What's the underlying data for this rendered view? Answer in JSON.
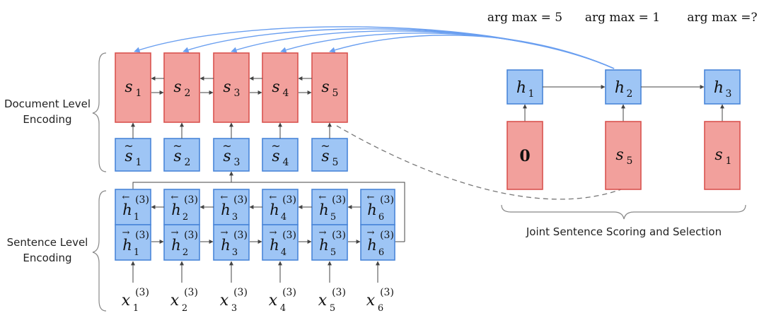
{
  "side_labels": {
    "document_line1": "Document Level",
    "document_line2": "Encoding",
    "sentence_line1": "Sentence Level",
    "sentence_line2": "Encoding",
    "joint": "Joint Sentence Scoring and Selection"
  },
  "doc_hidden": {
    "symbol": "s",
    "indices": [
      "1",
      "2",
      "3",
      "4",
      "5"
    ]
  },
  "doc_input": {
    "symbol": "s",
    "indices": [
      "1",
      "2",
      "3",
      "4",
      "5"
    ]
  },
  "sentence_backward": {
    "symbol": "h",
    "indices": [
      "1",
      "2",
      "3",
      "4",
      "5",
      "6"
    ],
    "superscript": "(3)"
  },
  "sentence_forward": {
    "symbol": "h",
    "indices": [
      "1",
      "2",
      "3",
      "4",
      "5",
      "6"
    ],
    "superscript": "(3)"
  },
  "word_inputs": {
    "symbol": "x",
    "indices": [
      "1",
      "2",
      "3",
      "4",
      "5",
      "6"
    ],
    "superscript": "(3)"
  },
  "selector": {
    "hidden_symbol": "h",
    "hidden_indices": [
      "1",
      "2",
      "3"
    ],
    "inputs": [
      {
        "text": "0",
        "bold": true,
        "sub": ""
      },
      {
        "text": "s",
        "bold": false,
        "sub": "5"
      },
      {
        "text": "s",
        "bold": false,
        "sub": "1"
      }
    ],
    "argmax": [
      "arg max = 5",
      "arg max = 1",
      "arg max =?"
    ]
  },
  "colors": {
    "red_fill": "#f2a09c",
    "red_stroke": "#d9534f",
    "blue_fill": "#9ec5f5",
    "blue_stroke": "#4a86d9",
    "attention_arrow": "#6a9ff0"
  }
}
